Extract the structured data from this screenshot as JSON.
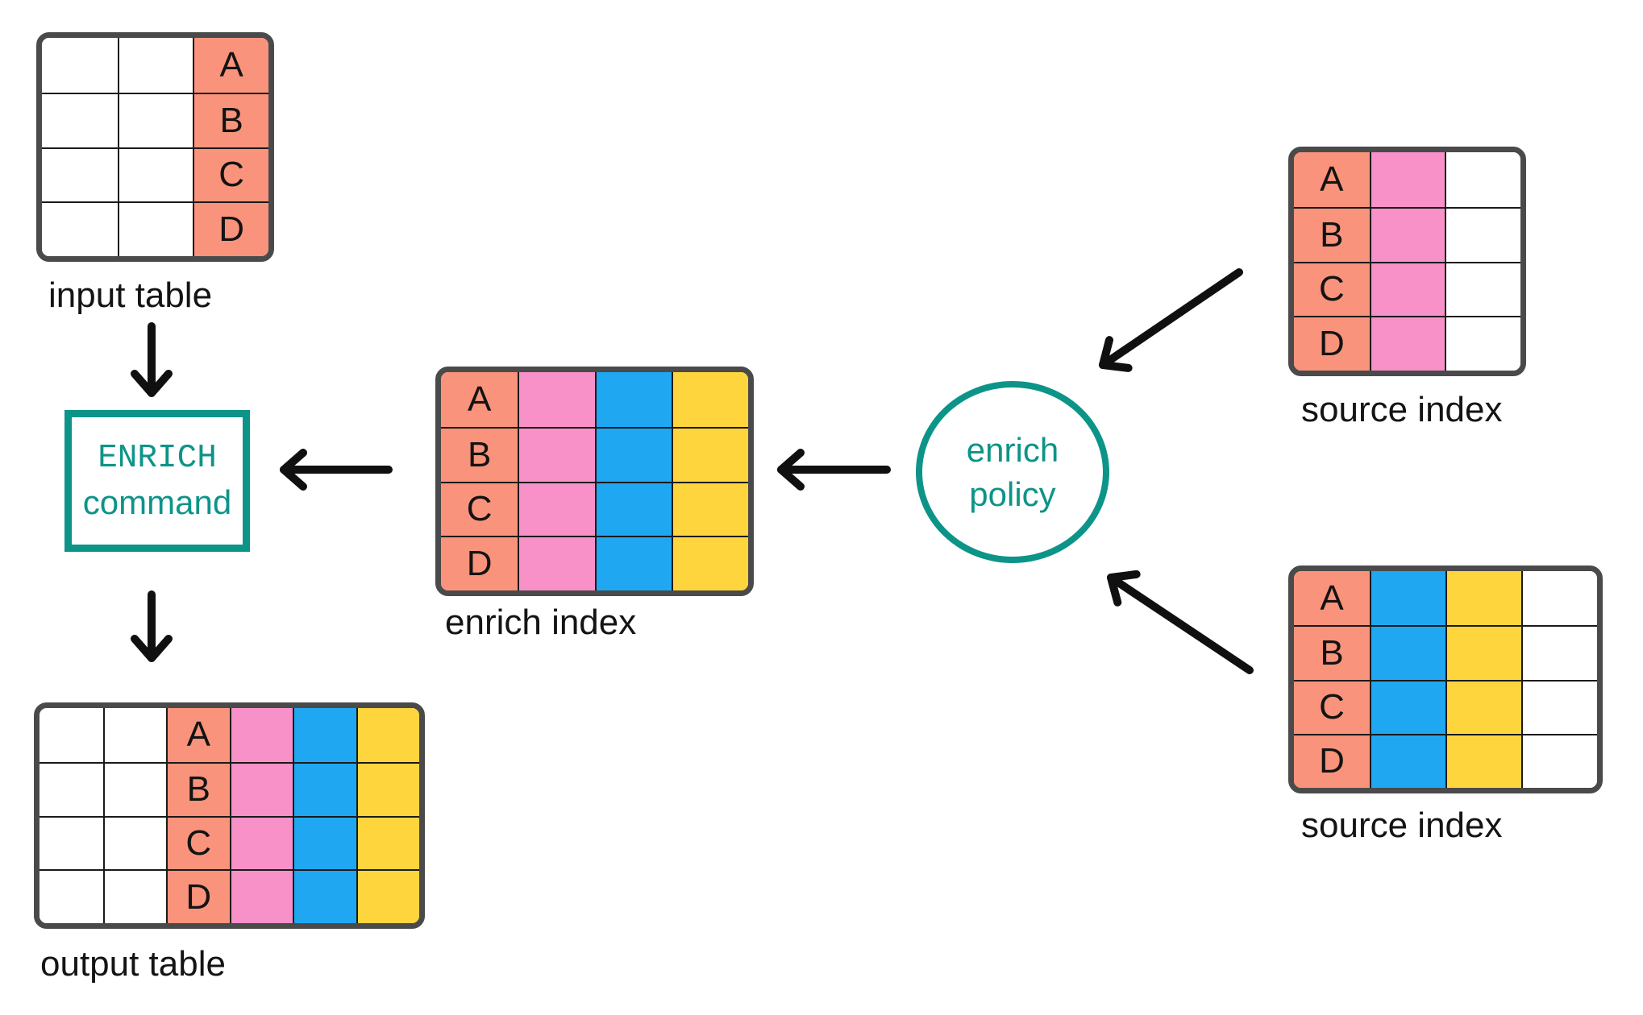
{
  "colors": {
    "salmon": "#F9937B",
    "pink": "#F791C8",
    "blue": "#1FA8F1",
    "yellow": "#FFD53D",
    "white": "#FFFFFF",
    "teal": "#0D9488",
    "outline": "#4A4A4A",
    "ink": "#101010"
  },
  "nodes": {
    "enrich_command": {
      "line1": "ENRICH",
      "line2": "command"
    },
    "enrich_policy": {
      "line1": "enrich",
      "line2": "policy"
    }
  },
  "tables": {
    "input_table": {
      "label": "input table",
      "row_keys": [
        "A",
        "B",
        "C",
        "D"
      ],
      "columns": [
        {
          "color": "white"
        },
        {
          "color": "white"
        },
        {
          "color": "salmon",
          "role": "key"
        }
      ]
    },
    "enrich_index": {
      "label": "enrich index",
      "row_keys": [
        "A",
        "B",
        "C",
        "D"
      ],
      "columns": [
        {
          "color": "salmon",
          "role": "key"
        },
        {
          "color": "pink"
        },
        {
          "color": "blue"
        },
        {
          "color": "yellow"
        }
      ]
    },
    "source_index_top": {
      "label": "source index",
      "row_keys": [
        "A",
        "B",
        "C",
        "D"
      ],
      "columns": [
        {
          "color": "salmon",
          "role": "key"
        },
        {
          "color": "pink"
        },
        {
          "color": "white"
        }
      ]
    },
    "source_index_bottom": {
      "label": "source index",
      "row_keys": [
        "A",
        "B",
        "C",
        "D"
      ],
      "columns": [
        {
          "color": "salmon",
          "role": "key"
        },
        {
          "color": "blue"
        },
        {
          "color": "yellow"
        },
        {
          "color": "white"
        }
      ]
    },
    "output_table": {
      "label": "output table",
      "row_keys": [
        "A",
        "B",
        "C",
        "D"
      ],
      "columns": [
        {
          "color": "white"
        },
        {
          "color": "white"
        },
        {
          "color": "salmon",
          "role": "key"
        },
        {
          "color": "pink"
        },
        {
          "color": "blue"
        },
        {
          "color": "yellow"
        }
      ]
    }
  },
  "arrows": [
    {
      "from": "input table",
      "to": "ENRICH command"
    },
    {
      "from": "enrich index",
      "to": "ENRICH command"
    },
    {
      "from": "enrich policy",
      "to": "enrich index"
    },
    {
      "from": "source index (top)",
      "to": "enrich policy"
    },
    {
      "from": "source index (bottom)",
      "to": "enrich policy"
    },
    {
      "from": "ENRICH command",
      "to": "output table"
    }
  ]
}
